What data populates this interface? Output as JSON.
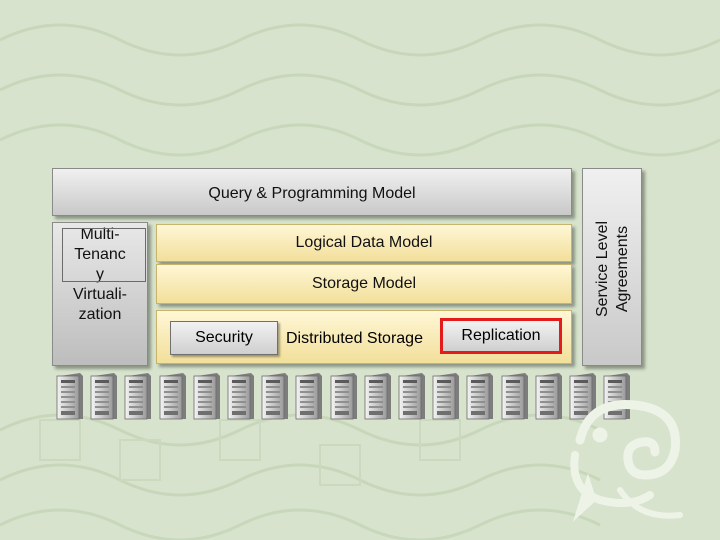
{
  "diagram": {
    "query_layer": {
      "label": "Query & Programming Model"
    },
    "multi_tenancy": {
      "label": "Multi-\nTenanc\ny\nVirtuali-\nzation"
    },
    "logical_layer": {
      "label": "Logical Data Model"
    },
    "storage_layer": {
      "label": "Storage Model"
    },
    "distributed_layer": {
      "label": "Distributed Storage",
      "security_label": "Security",
      "replication_label": "Replication",
      "highlight_color": "#e31b1b"
    },
    "sla": {
      "label": "Service Level\nAgreements"
    },
    "servers": {
      "count": 17,
      "icon": "server-rack-icon"
    }
  },
  "colors": {
    "background": "#d7e3cc",
    "layer_yellow": "#f2df9a",
    "layer_grey": "#c9c9c9"
  }
}
